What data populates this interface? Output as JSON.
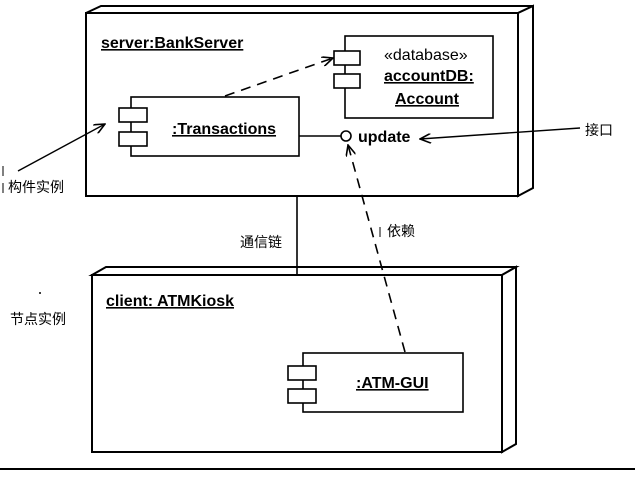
{
  "nodes": {
    "server": {
      "label": "server:BankServer"
    },
    "client": {
      "label": "client: ATMKiosk"
    }
  },
  "components": {
    "database": {
      "stereotype": "«database»",
      "name_line1": "accountDB:",
      "name_line2": "Account"
    },
    "transactions": {
      "name": ":Transactions"
    },
    "atm_gui": {
      "name": ":ATM-GUI"
    }
  },
  "interface": {
    "label": "update"
  },
  "annotations": {
    "component_instance": "构件实例",
    "node_instance": "节点实例",
    "interface": "接口",
    "comm_link": "通信链",
    "dependency": "依赖"
  }
}
